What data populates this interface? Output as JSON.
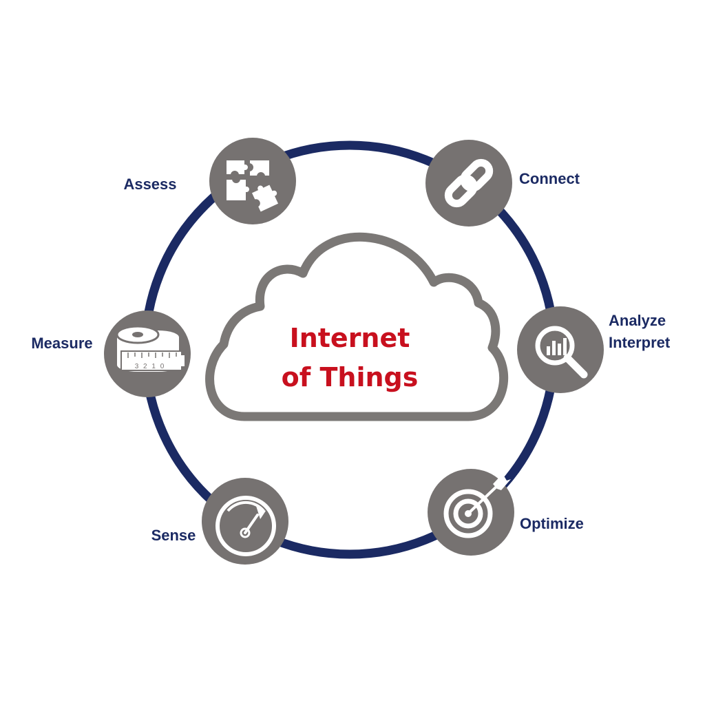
{
  "title": {
    "line1": "Internet",
    "line2": "of Things"
  },
  "nodes": {
    "assess": {
      "label": "Assess",
      "icon": "puzzle-icon"
    },
    "connect": {
      "label": "Connect",
      "icon": "chain-link-icon"
    },
    "analyze": {
      "label_line1": "Analyze",
      "label_line2": "Interpret",
      "icon": "magnifier-chart-icon"
    },
    "optimize": {
      "label": "Optimize",
      "icon": "target-arrow-icon"
    },
    "sense": {
      "label": "Sense",
      "icon": "gauge-icon"
    },
    "measure": {
      "label": "Measure",
      "icon": "tape-measure-icon",
      "scale_digits": "3 2 1 0"
    }
  },
  "colors": {
    "ring": "#1b2a63",
    "node_fill": "#767271",
    "icon": "#ffffff",
    "cloud_stroke": "#7b7876",
    "title": "#c8101e",
    "label": "#1b2a63"
  }
}
